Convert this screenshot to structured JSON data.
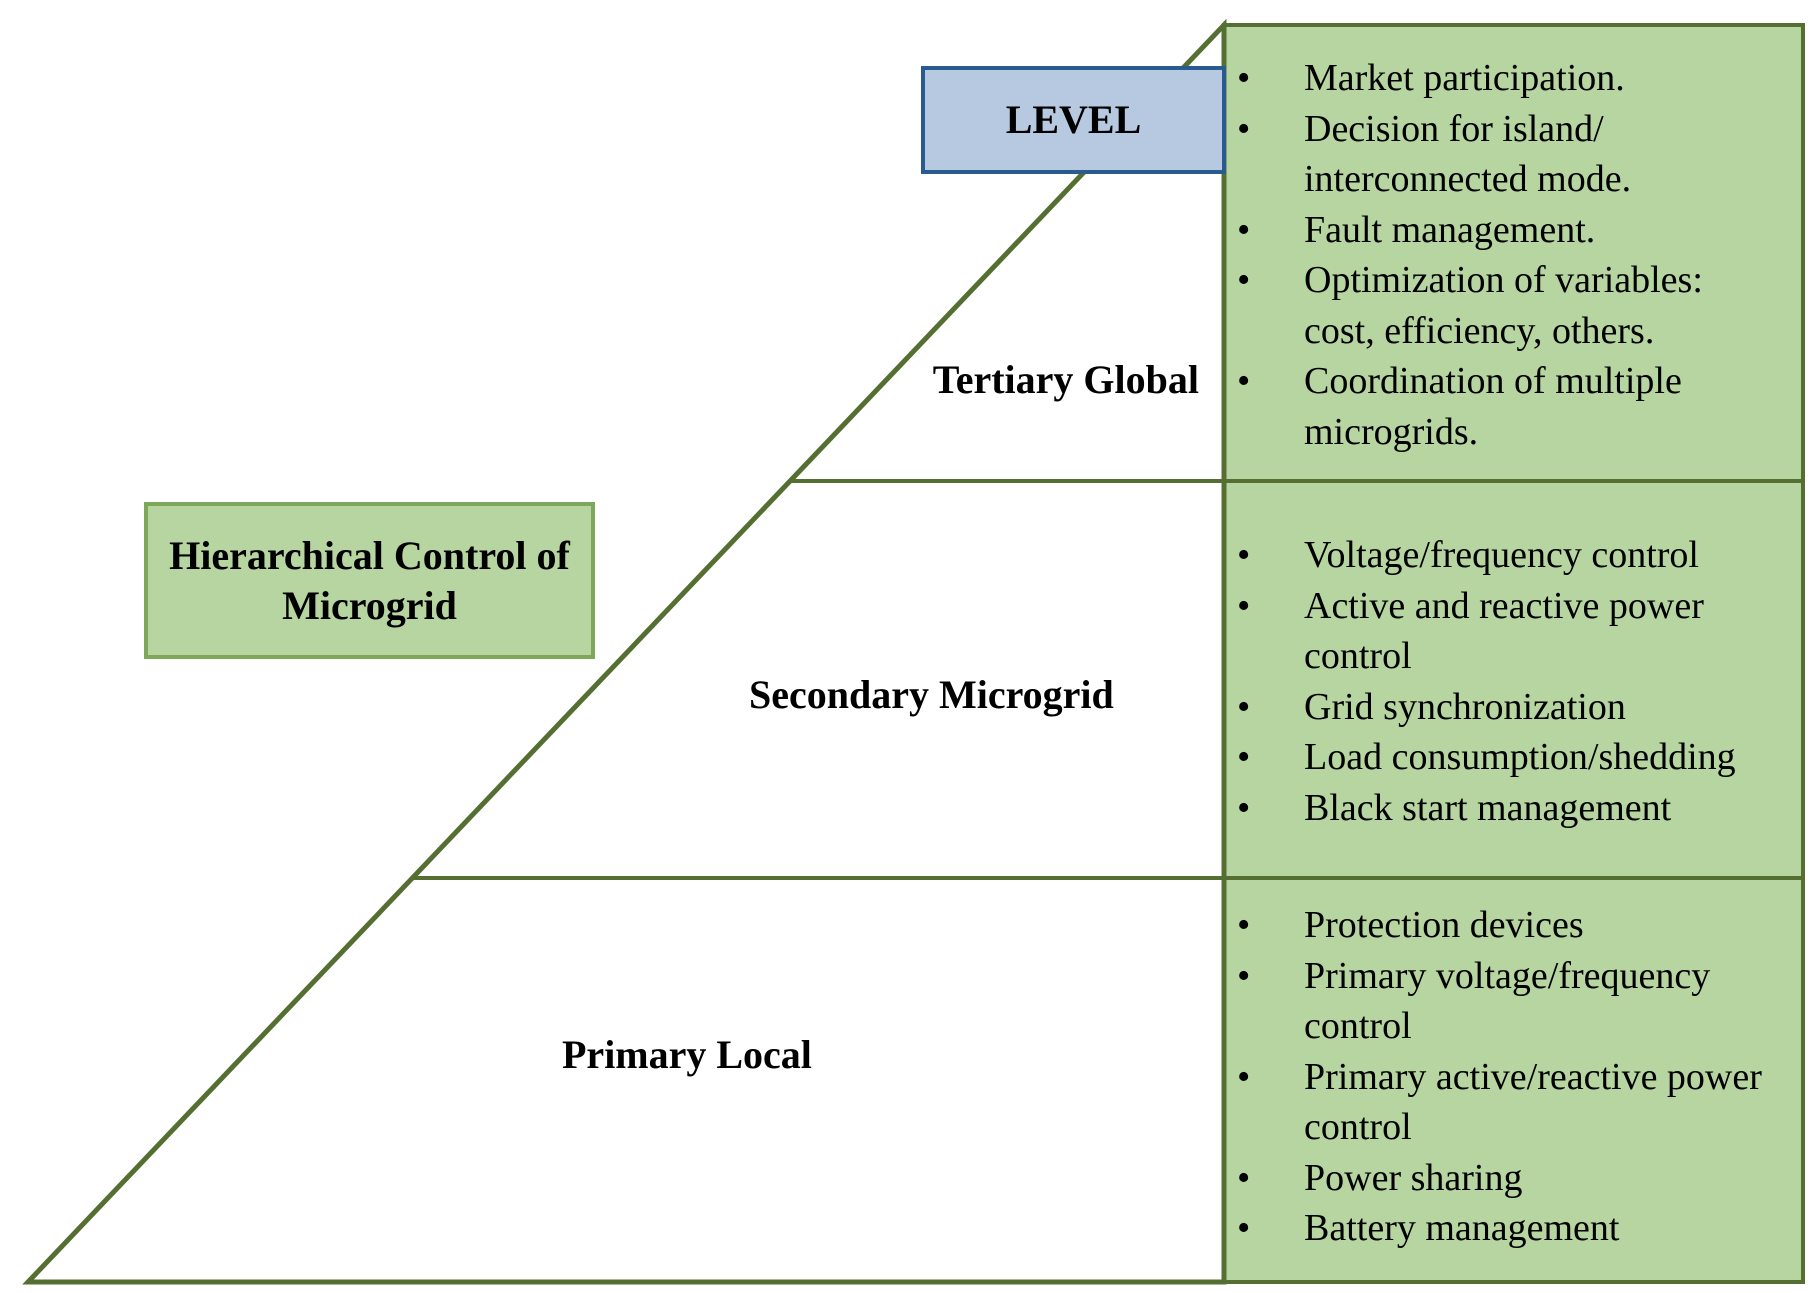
{
  "diagram": {
    "title": "Hierarchical Control of Microgrid",
    "level_header": "LEVEL",
    "colors": {
      "green_fill": "#b7d5a0",
      "green_stroke": "#546f31",
      "title_box_stroke": "#7da85a",
      "level_fill": "#b6c9e0",
      "level_stroke": "#2b5a91"
    },
    "levels": [
      {
        "name": "Tertiary Global",
        "items": [
          "Market participation.",
          "Decision for island/ interconnected mode.",
          "Fault management.",
          "Optimization of variables: cost, efficiency, others.",
          "Coordination of multiple microgrids."
        ]
      },
      {
        "name": "Secondary Microgrid",
        "items": [
          "Voltage/frequency control",
          "Active and reactive power control",
          "Grid synchronization",
          "Load consumption/shedding",
          "Black start management"
        ]
      },
      {
        "name": "Primary Local",
        "items": [
          "Protection devices",
          "Primary voltage/frequency control",
          "Primary active/reactive power control",
          "Power sharing",
          "Battery management"
        ]
      }
    ]
  }
}
